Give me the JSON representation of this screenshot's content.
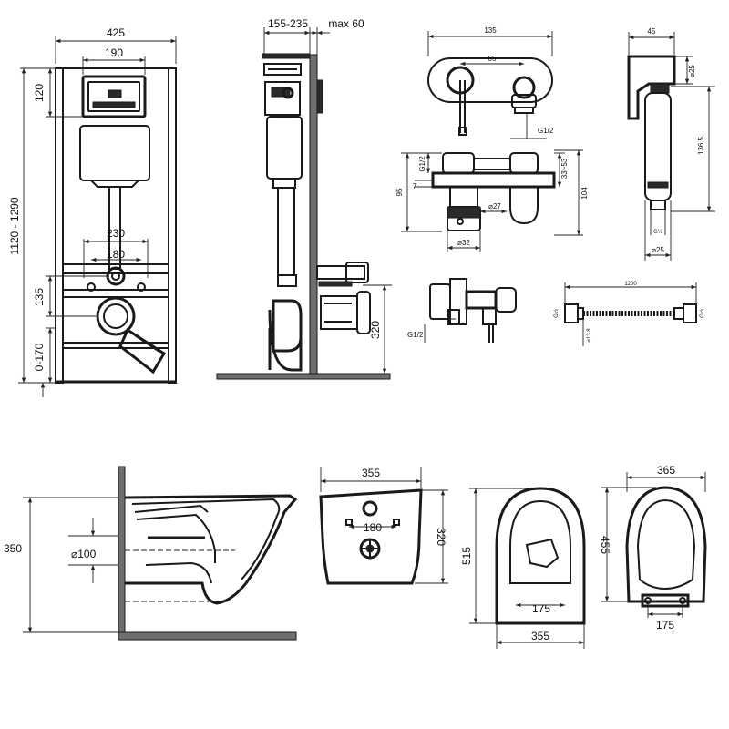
{
  "dims": {
    "frame_width": "425",
    "frame_top_width": "190",
    "frame_top_height": "120",
    "frame_total_height": "1120 - 1290",
    "frame_flush_gap": "230",
    "frame_flush_inner": "180",
    "frame_outlet_height": "135",
    "frame_floor_range": "0-170",
    "side_depth": "155-235",
    "side_max": "max 60",
    "side_height": "320",
    "mixer_width": "135",
    "mixer_spacing": "65",
    "mixer_thread": "G1/2",
    "mixer_depth_95": "95",
    "mixer_7": "7",
    "mixer_thread2": "G1/2",
    "mixer_range": "33~53",
    "mixer_104": "104",
    "mixer_d27": "⌀27",
    "mixer_d32": "⌀32",
    "mixer_side_thread": "G1/2",
    "shower_45": "45",
    "shower_d25": "⌀25",
    "shower_136": "136.5",
    "shower_thread": "G½",
    "shower_d25b": "⌀25",
    "hose_1200": "1200",
    "hose_thread_a": "G½",
    "hose_thread_b": "G½",
    "hose_d13": "⌀13.8",
    "bowl_350": "350",
    "bowl_d100": "⌀100",
    "back_355": "355",
    "back_180": "180",
    "back_320": "320",
    "top_515": "515",
    "top_175": "175",
    "top_355": "355",
    "seat_365": "365",
    "seat_455": "455",
    "seat_175": "175"
  }
}
